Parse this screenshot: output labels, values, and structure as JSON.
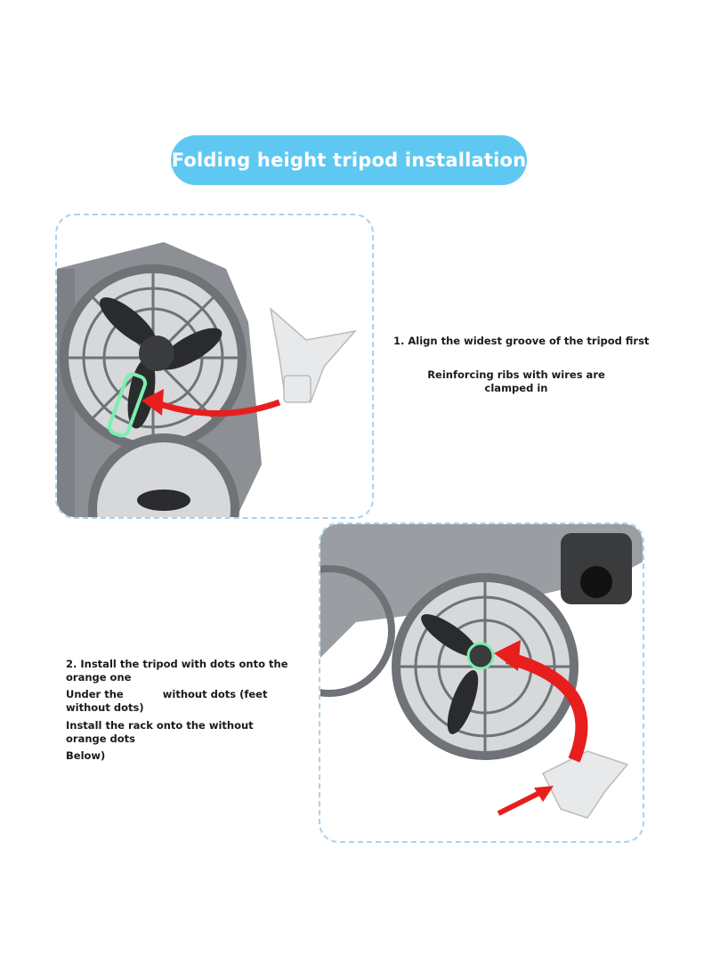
{
  "header": {
    "title": "Folding height tripod installation"
  },
  "step1": {
    "instruction": "1. Align the widest groove of the tripod first",
    "note": "Reinforcing ribs with wires are clamped in"
  },
  "step2": {
    "line1": "2. Install the tripod with dots onto the orange one",
    "line2_a": "Under the",
    "line2_b": "without dots (feet without dots)",
    "line3": "Install the rack onto the without orange dots",
    "line4": "Below)"
  },
  "colors": {
    "accent_blue": "#5ec8f2",
    "dashed_border": "#a9d3ee",
    "arrow_red": "#e81e1e",
    "highlight_green": "#7af0b0",
    "drone_gray": "#8c8f93"
  }
}
